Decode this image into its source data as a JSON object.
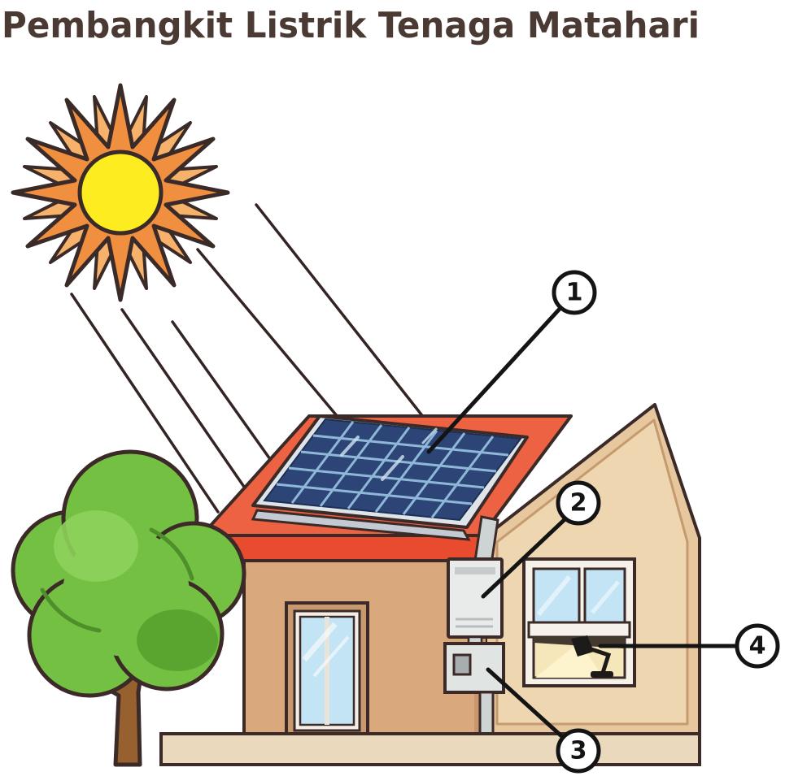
{
  "title": "Pembangkit Listrik Tenaga Matahari",
  "callouts": [
    {
      "label": "1",
      "target": "solar-panel"
    },
    {
      "label": "2",
      "target": "inverter-box"
    },
    {
      "label": "3",
      "target": "meter-box"
    },
    {
      "label": "4",
      "target": "desk-lamp"
    }
  ],
  "colors": {
    "title_text": "#4a3a33",
    "outline": "#3b2a27",
    "sun_core": "#fdec1f",
    "sun_rays": "#ef8f3f",
    "sun_rays_light": "#f6b26b",
    "ray_beam": "#332523",
    "roof": "#ec6242",
    "fascia": "#e84b2e",
    "wall_front": "#d9a87c",
    "wall_gable": "#e7c79e",
    "wall_gable_inner": "#eed6b0",
    "panel_frame": "#dde4ea",
    "panel_cells": "#2d4576",
    "panel_grid": "#8fb8d8",
    "glass": "#c2e4f4",
    "door_frame": "#c8986f",
    "equipment_gray": "#e8ebea",
    "lamp_glow": "#f6e7bb",
    "beam_light": "#fdf3cd",
    "tree_foliage": "#74c043",
    "tree_foliage_light": "#8ed25b",
    "tree_foliage_dark": "#57a22f",
    "trunk": "#96612f",
    "base_strip": "#ead9bd",
    "callout_line": "#141414"
  }
}
